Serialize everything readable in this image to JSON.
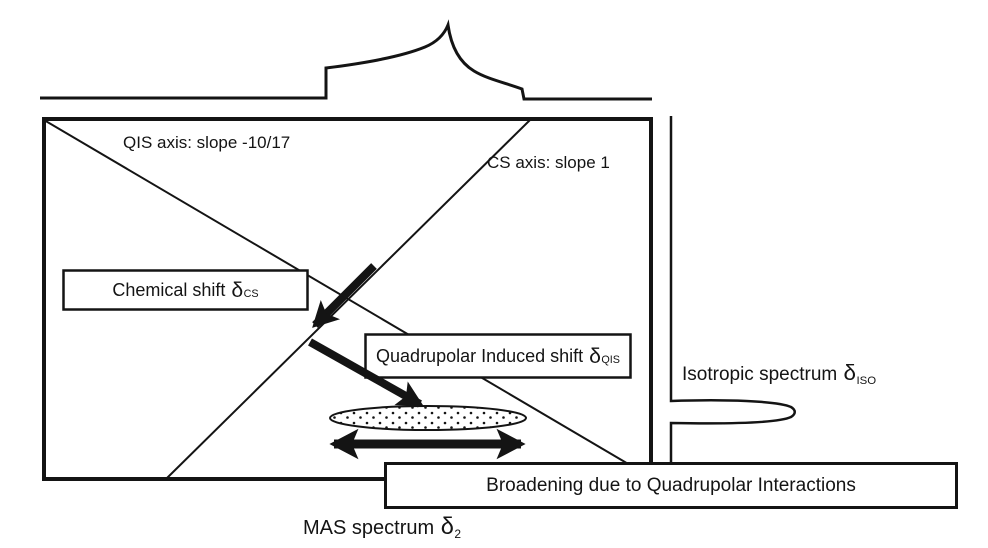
{
  "theme": {
    "ink": "#141414",
    "paper": "#ffffff"
  },
  "diagram": {
    "description": "2D MQMAS NMR schematic: anisotropic MAS lineshape projection on top, isotropic projection on right, QIS and CS axes inside the 2D frame",
    "axes": {
      "qis_axis_label": "QIS axis: slope -10/17",
      "cs_axis_label": "CS axis: slope 1"
    },
    "labels": {
      "chemical_shift": {
        "text": "Chemical shift",
        "symbol": "δ",
        "sub": "CS"
      },
      "quadrupolar_induced_shift": {
        "text": "Quadrupolar Induced shift",
        "symbol": "δ",
        "sub": "QIS"
      },
      "broadening": {
        "text": "Broadening due to Quadrupolar Interactions"
      },
      "isotropic_spectrum": {
        "text": "Isotropic spectrum",
        "symbol": "δ",
        "sub": "ISO"
      },
      "mas_spectrum": {
        "text": "MAS spectrum",
        "symbol": "δ",
        "sub": "2"
      }
    }
  }
}
